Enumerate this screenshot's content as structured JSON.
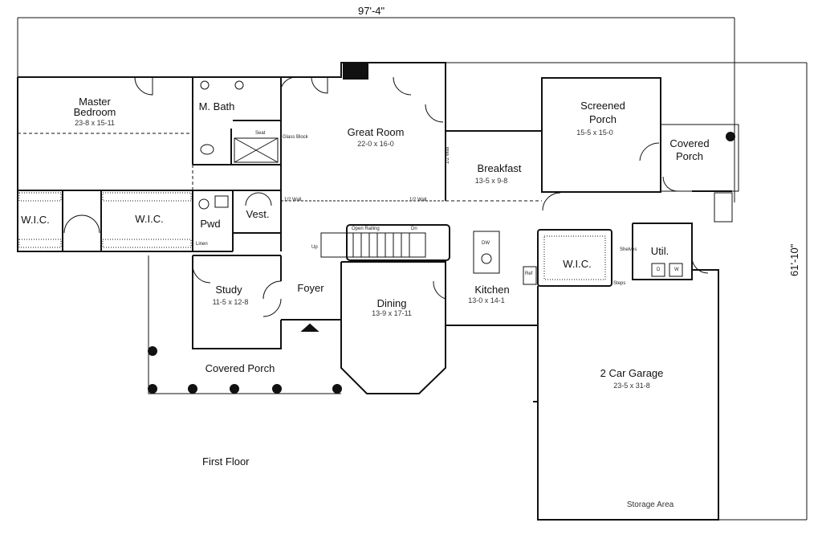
{
  "overall_width": "97'-4\"",
  "overall_depth": "61'-10\"",
  "floor_caption": "First Floor",
  "rooms": {
    "master_bedroom": {
      "name_line1": "Master",
      "name_line2": "Bedroom",
      "dims": "23-8 x 15-11"
    },
    "m_bath": {
      "name": "M. Bath"
    },
    "great_room": {
      "name": "Great Room",
      "dims": "22-0 x 16-0"
    },
    "breakfast": {
      "name": "Breakfast",
      "dims": "13-5 x 9-8"
    },
    "screened_porch": {
      "name_line1": "Screened",
      "name_line2": "Porch",
      "dims": "15-5 x 15-0"
    },
    "covered_porch_side": {
      "name_line1": "Covered",
      "name_line2": "Porch"
    },
    "wic_left": {
      "name": "W.I.C."
    },
    "wic_center": {
      "name": "W.I.C."
    },
    "wic_right": {
      "name": "W.I.C."
    },
    "pwd": {
      "name": "Pwd"
    },
    "vest": {
      "name": "Vest."
    },
    "study": {
      "name": "Study",
      "dims": "11-5 x 12-8"
    },
    "foyer": {
      "name": "Foyer"
    },
    "dining": {
      "name": "Dining",
      "dims": "13-9 x 17-11"
    },
    "kitchen": {
      "name": "Kitchen",
      "dims": "13-0 x 14-1"
    },
    "util": {
      "name": "Util."
    },
    "garage": {
      "name": "2 Car Garage",
      "dims": "23-5 x 31-8"
    },
    "covered_porch_front": {
      "name": "Covered Porch"
    },
    "storage": {
      "name": "Storage Area"
    }
  },
  "notes": {
    "half_wall_1": "1/2 Wall",
    "half_wall_2": "1/2 Wall",
    "half_wall_3": "1/2 Wall",
    "seat": "Seat",
    "glass_block": "Glass Block",
    "open_railing": "Open Railing",
    "dn": "Dn",
    "up": "Up",
    "linen": "Linen",
    "dw": "DW",
    "ref": "Ref",
    "shelves": "Shelves",
    "steps": "Steps",
    "d": "D",
    "w": "W"
  }
}
